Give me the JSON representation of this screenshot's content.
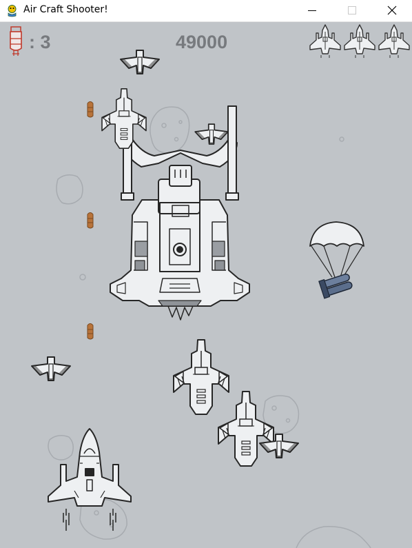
{
  "window": {
    "title": "Air Craft Shooter!",
    "controls": {
      "minimize": "minimize-icon",
      "maximize": "maximize-icon",
      "close": "close-icon"
    }
  },
  "hud": {
    "bomb_prefix": ": ",
    "bombs": "3",
    "score": "49000",
    "lives": 3,
    "text_color": "#777a7e"
  },
  "colors": {
    "background": "#c0c4c8",
    "line": "#2b2b2b",
    "bullet": "#b8733a",
    "bomb_icon": "#c0392b",
    "supply": "#5b6e8c"
  }
}
